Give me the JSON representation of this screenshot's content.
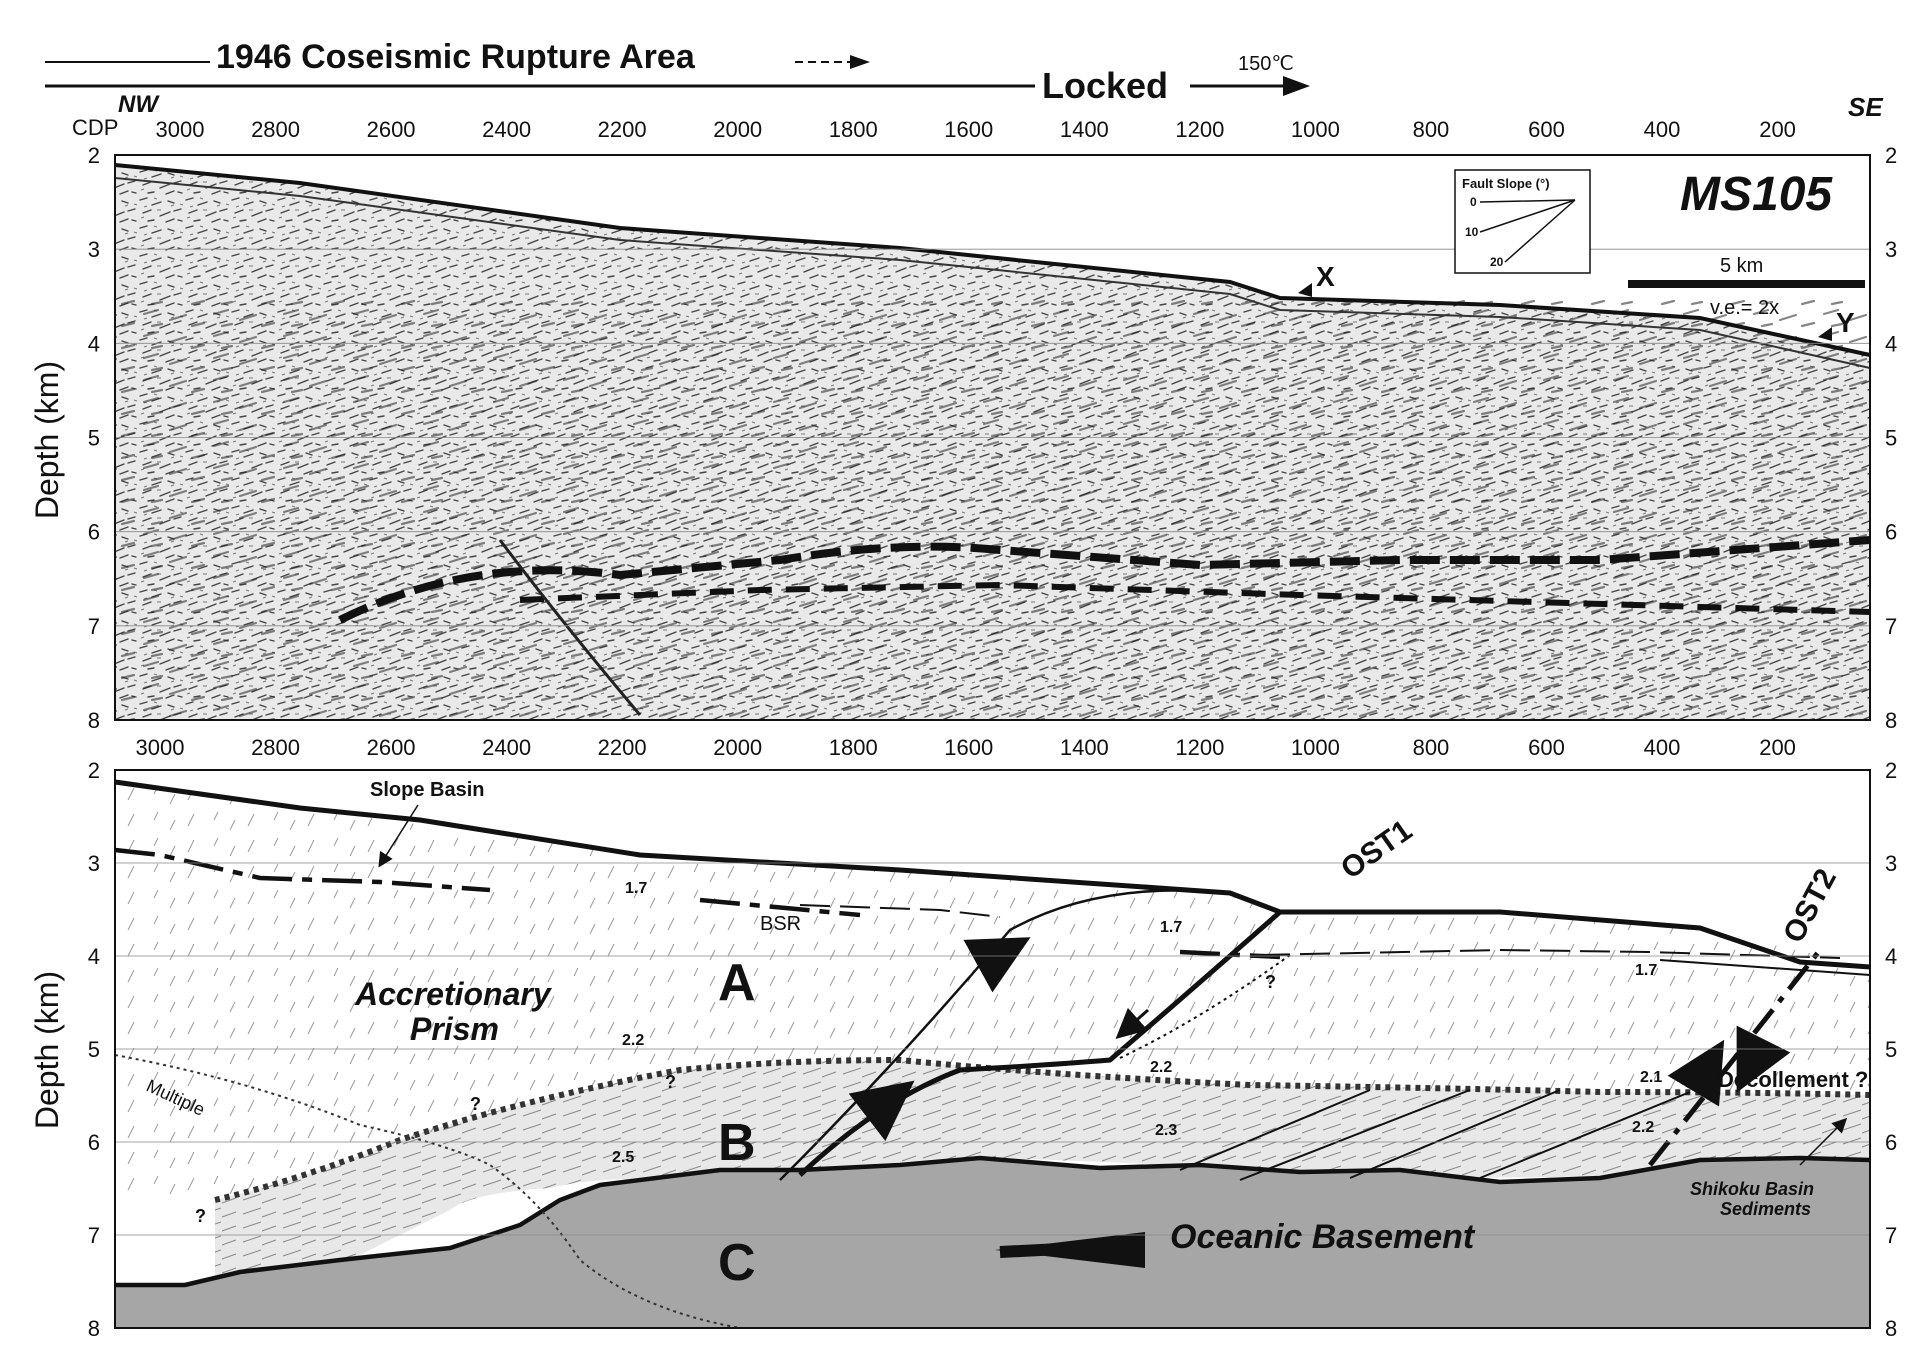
{
  "header": {
    "rupture_label": "1946 Coseismic Rupture Area",
    "locked_label": "Locked",
    "temp_label": "150℃"
  },
  "orientation": {
    "left": "NW",
    "right": "SE"
  },
  "cdp_prefix": "CDP",
  "profile_name": "MS105",
  "top_panel": {
    "cdp_ticks": [
      "3000",
      "2800",
      "2600",
      "2400",
      "2200",
      "2000",
      "1800",
      "1600",
      "1400",
      "1200",
      "1000",
      "800",
      "600",
      "400",
      "200"
    ],
    "depth_ticks": [
      "2",
      "3",
      "4",
      "5",
      "6",
      "7",
      "8"
    ],
    "depth_axis_label": "Depth (km)",
    "marker_x": "X",
    "marker_y": "Y",
    "scale_bar_label": "5 km",
    "vertical_exaggeration": "v.e.= 2x",
    "legend": {
      "title": "Fault Slope (°)",
      "values": [
        "0",
        "10",
        "20"
      ]
    }
  },
  "bottom_panel": {
    "cdp_ticks": [
      "3000",
      "2800",
      "2600",
      "2400",
      "2200",
      "2000",
      "1800",
      "1600",
      "1400",
      "1200",
      "1000",
      "800",
      "600",
      "400",
      "200"
    ],
    "depth_ticks": [
      "2",
      "3",
      "4",
      "5",
      "6",
      "7",
      "8"
    ],
    "depth_axis_label": "Depth (km)",
    "labels": {
      "slope_basin": "Slope Basin",
      "bsr": "BSR",
      "accretionary_1": "Accretionary",
      "accretionary_2": "Prism",
      "multiple": "Multiple",
      "oceanic_basement": "Oceanic Basement",
      "decollement": "Decollement ?",
      "shikoku_1": "Shikoku Basin",
      "shikoku_2": "Sediments",
      "ost1": "OST1",
      "ost2": "OST2",
      "unit_a": "A",
      "unit_b": "B",
      "unit_c": "C",
      "question": "?"
    },
    "velocities": [
      "1.7",
      "1.7",
      "1.7",
      "2.2",
      "2.2",
      "2.1",
      "2.2",
      "2.3",
      "2.5"
    ]
  }
}
